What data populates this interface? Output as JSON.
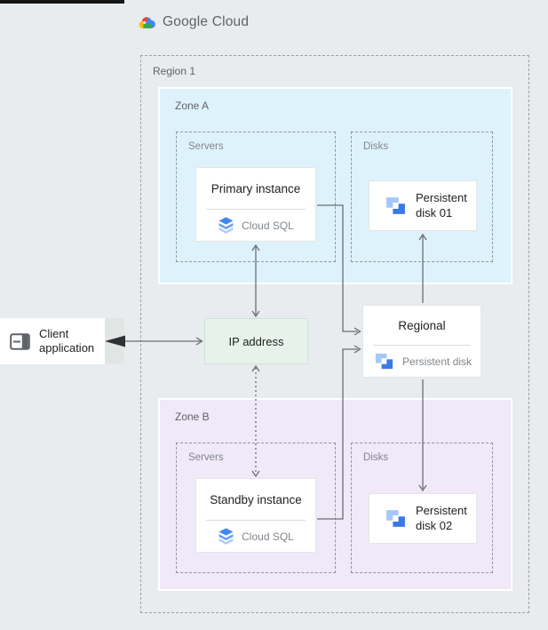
{
  "header": {
    "product": "Google Cloud"
  },
  "region": {
    "label": "Region 1"
  },
  "zone_a": {
    "label": "Zone A",
    "servers_label": "Servers",
    "disks_label": "Disks",
    "instance": {
      "title": "Primary instance",
      "product": "Cloud SQL"
    },
    "disk": {
      "title": "Persistent disk 01"
    }
  },
  "zone_b": {
    "label": "Zone B",
    "servers_label": "Servers",
    "disks_label": "Disks",
    "instance": {
      "title": "Standby instance",
      "product": "Cloud SQL"
    },
    "disk": {
      "title": "Persistent disk 02"
    }
  },
  "ip_box": {
    "label": "IP address"
  },
  "regional_disk": {
    "title": "Regional",
    "subtitle": "Persistent disk"
  },
  "client": {
    "label": "Client application"
  },
  "colors": {
    "background": "#e8ecee",
    "zone_a_bg": "#def2fc",
    "zone_b_bg": "#efe9f8",
    "ip_bg": "#e7f3ea",
    "arrow": "#6a6e72",
    "logo_text": "#5f6368",
    "disk_icon_light": "#a5c8fa",
    "disk_icon_dark": "#3b78e7",
    "sql_icon_top": "#4285f4",
    "sql_icon_mid": "#669df6",
    "sql_icon_bottom": "#aecbfa"
  }
}
